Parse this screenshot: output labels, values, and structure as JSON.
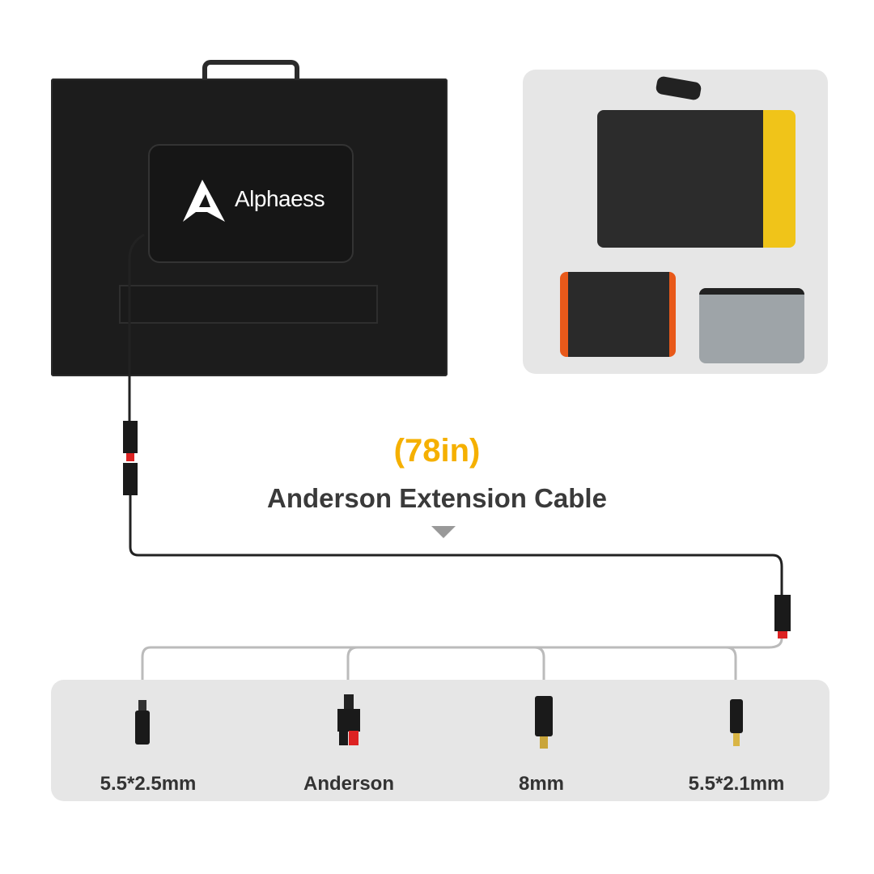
{
  "product": {
    "brand": "Alphaess",
    "cable_length": "(78in)",
    "cable_name": "Anderson Extension Cable"
  },
  "connectors": [
    {
      "label": "5.5*2.5mm"
    },
    {
      "label": "Anderson"
    },
    {
      "label": "8mm"
    },
    {
      "label": "5.5*2.1mm"
    }
  ],
  "colors": {
    "accent": "#f5b000",
    "text": "#3a3a3a",
    "panel": "#1c1c1c",
    "card": "#e6e6e6"
  }
}
